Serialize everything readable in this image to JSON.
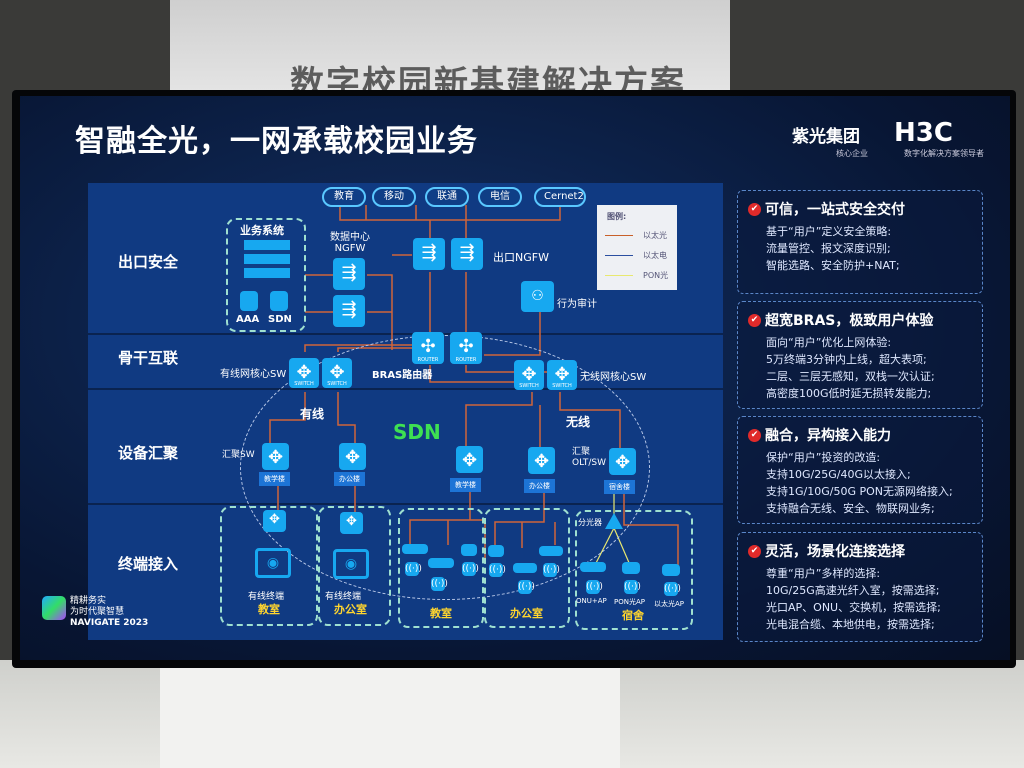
{
  "banner": "数字校园新基建解决方案",
  "slide": {
    "title": "智融全光，一网承载校园业务",
    "logo": {
      "group": "紫光集团",
      "brand": "H3C",
      "group_sub": "核心企业",
      "brand_sub": "数字化解决方案领导者"
    },
    "rows": [
      "出口安全",
      "骨干互联",
      "设备汇聚",
      "终端接入"
    ],
    "clouds": [
      "教育",
      "移动",
      "联通",
      "电信",
      "Cernet2"
    ],
    "legend": {
      "title": "图例:",
      "items": [
        "以太光",
        "以太电",
        "PON光"
      ],
      "colors": [
        "#c8602a",
        "#2b4fa0",
        "#e8e870"
      ]
    },
    "business": {
      "title": "业务系统",
      "aaa": "AAA",
      "sdn": "SDN"
    },
    "labels": {
      "dc_ngfw": "数据中心\nNGFW",
      "exit_ngfw": "出口NGFW",
      "audit": "行为审计",
      "bras": "BRAS路由器",
      "wired_core": "有线网核心SW",
      "wireless_core": "无线网核心SW",
      "wired": "有线",
      "wireless": "无线",
      "sdn": "SDN",
      "agg_sw": "汇聚SW",
      "agg_olt": "汇聚\nOLT/SW",
      "splitter": "分光器",
      "router": "ROUTER",
      "switch": "SWITCH"
    },
    "buildings": [
      "教学楼",
      "办公楼",
      "教学楼",
      "办公楼",
      "宿舍楼"
    ],
    "terminals": {
      "wired_terminal": "有线终端",
      "onu_ap": "ONU+AP",
      "pon_ap": "PON光AP",
      "eth_ap": "以太光AP"
    },
    "areas": [
      "教室",
      "办公室",
      "教室",
      "办公室",
      "宿舍"
    ],
    "cards": [
      {
        "title": "可信，一站式安全交付",
        "lines": [
          "基于“用户”定义安全策略:",
          "流量管控、报文深度识别;",
          "智能选路、安全防护+NAT;"
        ]
      },
      {
        "title": "超宽BRAS，极致用户体验",
        "lines": [
          "面向“用户”优化上网体验:",
          "5万终端3分钟内上线，超大表项;",
          "二层、三层无感知，双栈一次认证;",
          "高密度100G低时延无损转发能力;"
        ]
      },
      {
        "title": "融合，异构接入能力",
        "lines": [
          "保护“用户”投资的改造:",
          "支持10G/25G/40G以太接入;",
          "支持1G/10G/50G PON无源网络接入;",
          "支持融合无线、安全、物联网业务;"
        ]
      },
      {
        "title": "灵活，场景化连接选择",
        "lines": [
          "尊重“用户”多样的选择:",
          "10G/25G高速光纤入室，按需选择;",
          "光口AP、ONU、交换机，按需选择;",
          "光电混合缆、本地供电，按需选择;"
        ]
      }
    ],
    "event": {
      "line1": "精耕务实",
      "line2": "为时代聚智慧",
      "name": "NAVIGATE 2023"
    }
  }
}
